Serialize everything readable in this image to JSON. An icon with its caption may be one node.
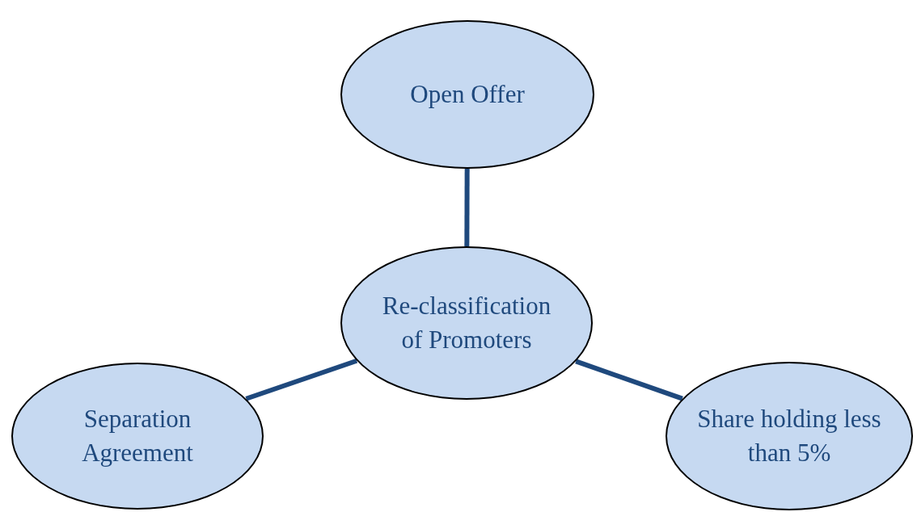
{
  "diagram": {
    "nodes": [
      {
        "text": [
          "Open Offer"
        ]
      },
      {
        "text": [
          "Re-classification of Promoters"
        ]
      },
      {
        "text": [
          "Separation Agreement"
        ]
      },
      {
        "text": [
          "Share holding less than 5%"
        ]
      }
    ],
    "edges": [
      {
        "from": 1,
        "to": 0,
        "arrow": "none"
      },
      {
        "from": 1,
        "to": 2,
        "arrow": "none"
      },
      {
        "from": 1,
        "to": 3,
        "arrow": "none"
      }
    ]
  }
}
